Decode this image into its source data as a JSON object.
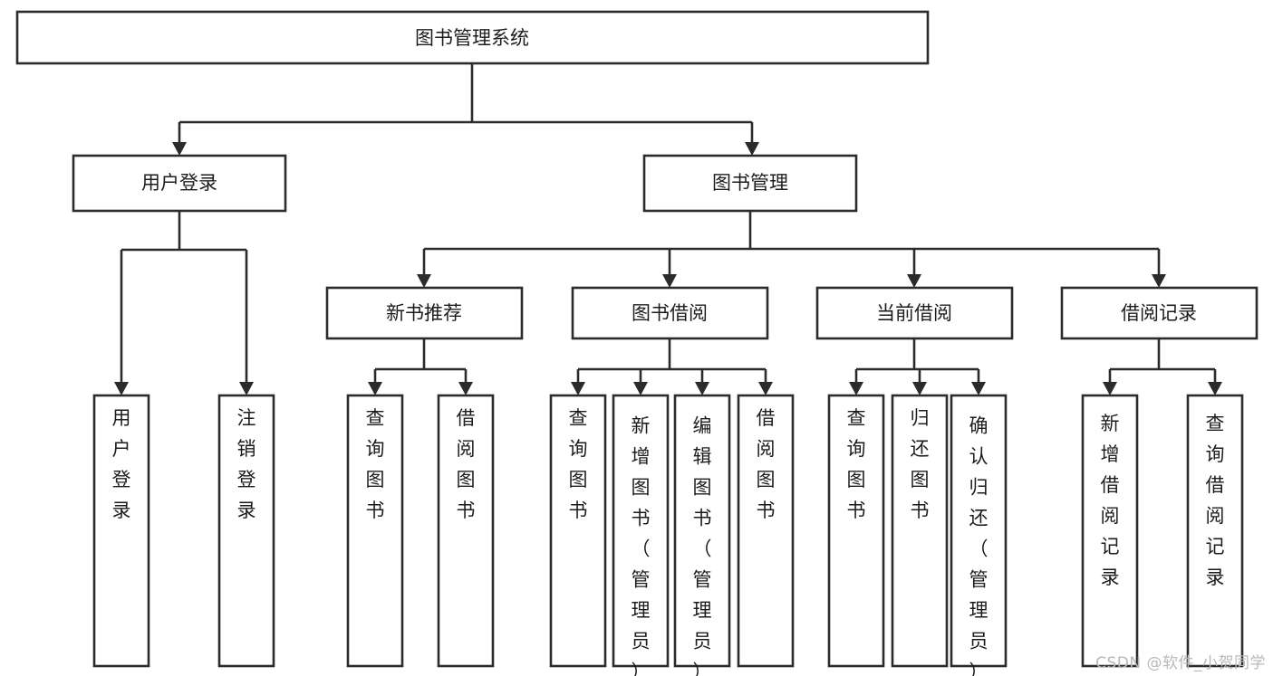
{
  "diagram": {
    "title": "图书管理系统",
    "type": "hierarchy-tree",
    "root": {
      "id": "root",
      "label": "图书管理系统",
      "orientation": "horizontal"
    },
    "level2": [
      {
        "id": "user-login",
        "label": "用户登录",
        "orientation": "horizontal"
      },
      {
        "id": "book-management",
        "label": "图书管理",
        "orientation": "horizontal"
      }
    ],
    "level3": [
      {
        "id": "new-book-recommend",
        "label": "新书推荐",
        "orientation": "horizontal",
        "parent": "book-management"
      },
      {
        "id": "book-borrow",
        "label": "图书借阅",
        "orientation": "horizontal",
        "parent": "book-management"
      },
      {
        "id": "current-borrow",
        "label": "当前借阅",
        "orientation": "horizontal",
        "parent": "book-management"
      },
      {
        "id": "borrow-record",
        "label": "借阅记录",
        "orientation": "horizontal",
        "parent": "book-management"
      }
    ],
    "leaves": [
      {
        "id": "leaf-user-login",
        "label": "用户登录",
        "orientation": "vertical",
        "parent": "user-login"
      },
      {
        "id": "leaf-logout",
        "label": "注销登录",
        "orientation": "vertical",
        "parent": "user-login"
      },
      {
        "id": "leaf-query-book-1",
        "label": "查询图书",
        "orientation": "vertical",
        "parent": "new-book-recommend"
      },
      {
        "id": "leaf-borrow-book-1",
        "label": "借阅图书",
        "orientation": "vertical",
        "parent": "new-book-recommend"
      },
      {
        "id": "leaf-query-book-2",
        "label": "查询图书",
        "orientation": "vertical",
        "parent": "book-borrow"
      },
      {
        "id": "leaf-add-book",
        "label": "新增图书（管理员）",
        "orientation": "vertical",
        "parent": "book-borrow"
      },
      {
        "id": "leaf-edit-book",
        "label": "编辑图书（管理员）",
        "orientation": "vertical",
        "parent": "book-borrow"
      },
      {
        "id": "leaf-borrow-book-2",
        "label": "借阅图书",
        "orientation": "vertical",
        "parent": "book-borrow"
      },
      {
        "id": "leaf-query-book-3",
        "label": "查询图书",
        "orientation": "vertical",
        "parent": "current-borrow"
      },
      {
        "id": "leaf-return-book",
        "label": "归还图书",
        "orientation": "vertical",
        "parent": "current-borrow"
      },
      {
        "id": "leaf-confirm-return",
        "label": "确认归还（管理员）",
        "orientation": "vertical",
        "parent": "current-borrow"
      },
      {
        "id": "leaf-add-record",
        "label": "新增借阅记录",
        "orientation": "vertical",
        "parent": "borrow-record"
      },
      {
        "id": "leaf-query-record",
        "label": "查询借阅记录",
        "orientation": "vertical",
        "parent": "borrow-record"
      }
    ],
    "colors": {
      "box_stroke": "#2b2b2b",
      "box_fill": "#ffffff",
      "text": "#1c1c1c",
      "connector": "#2b2b2b",
      "background": "#ffffff",
      "watermark": "#b9b9b9"
    }
  },
  "watermark": {
    "text": "CSDN @软件_小贺同学"
  }
}
